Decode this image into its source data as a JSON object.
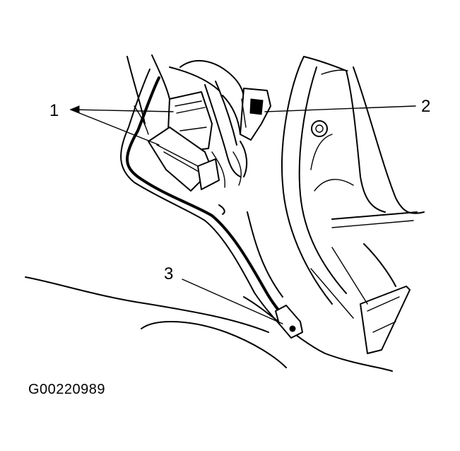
{
  "callouts": [
    {
      "id": "1",
      "label": "1"
    },
    {
      "id": "2",
      "label": "2"
    },
    {
      "id": "3",
      "label": "3"
    }
  ],
  "caption": "G00220989"
}
